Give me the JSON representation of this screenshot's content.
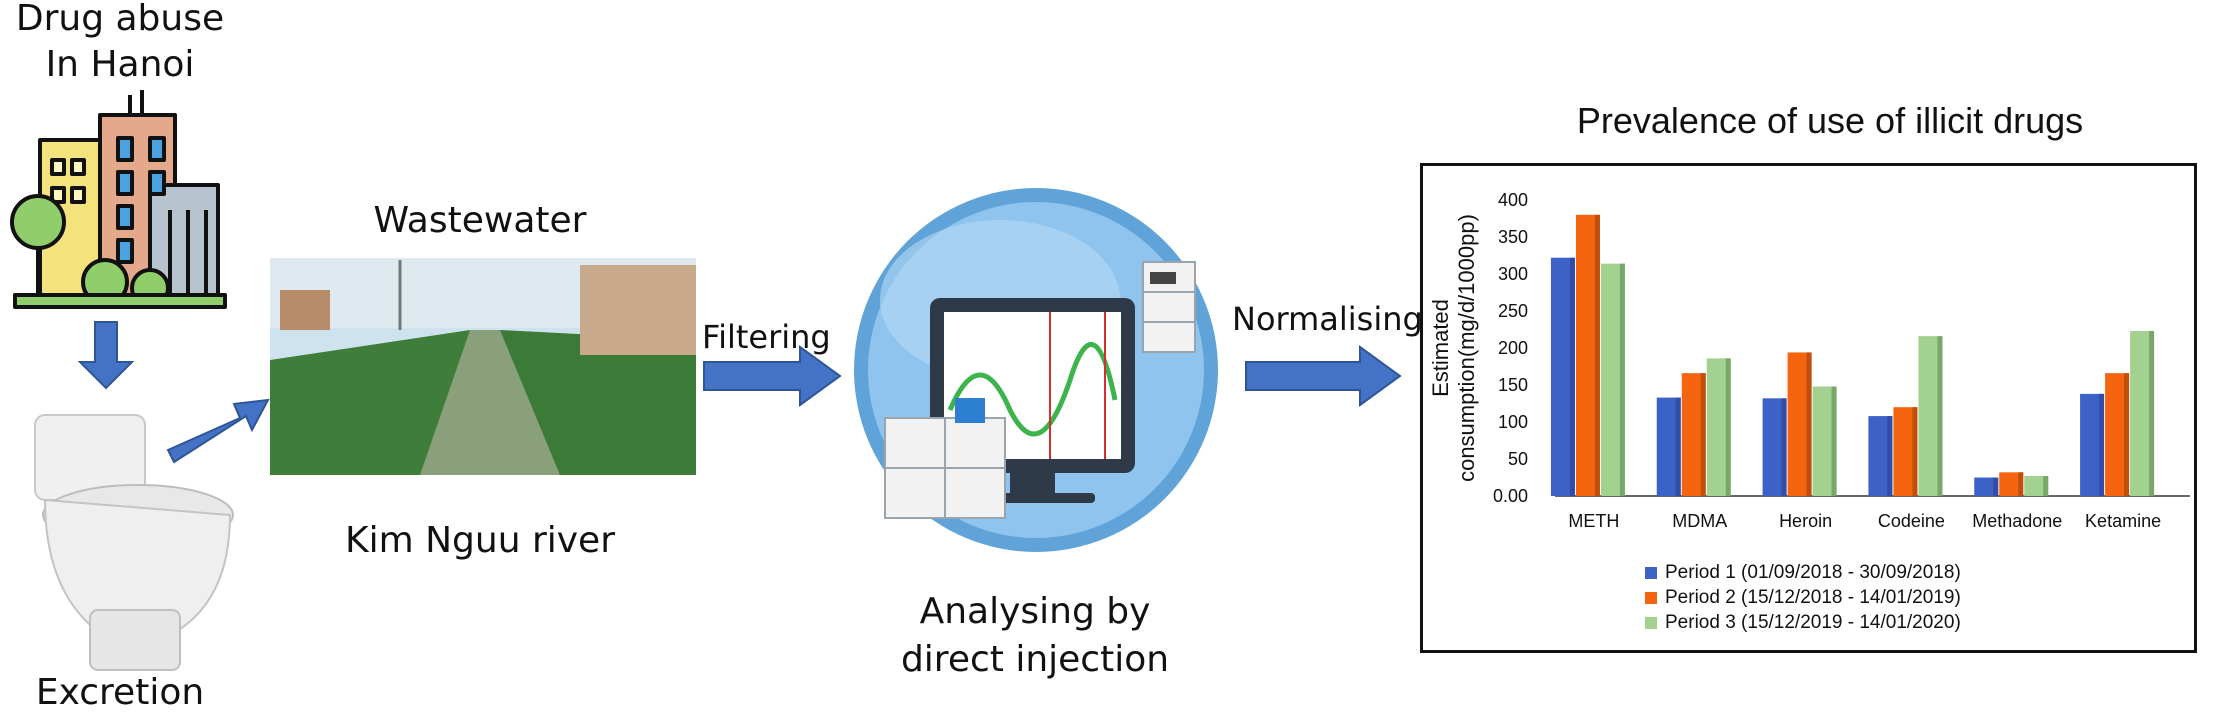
{
  "stages": {
    "drug_abuse_label": "Drug abuse\nIn Hanoi",
    "excretion_label": "Excretion",
    "wastewater_label": "Wastewater",
    "river_label": "Kim Nguu river",
    "filtering_label": "Filtering",
    "analysing_label": "Analysing by\ndirect injection",
    "normalising_label": "Normalising"
  },
  "colors": {
    "arrow": "#4472c4",
    "period1": "#3c62c8",
    "period2": "#f5640f",
    "period3": "#a2d190",
    "globe": "#8fc4ee"
  },
  "chart_data": {
    "type": "bar",
    "title": "Prevalence of use of illicit drugs",
    "xlabel": "",
    "ylabel": "Estimated\nconsumption(mg/d/1000pp)",
    "categories": [
      "METH",
      "MDMA",
      "Heroin",
      "Codeine",
      "Methadone",
      "Ketamine"
    ],
    "series": [
      {
        "name": "Period 1 (01/09/2018 - 30/09/2018)",
        "values": [
          322,
          133,
          132,
          108,
          25,
          138
        ]
      },
      {
        "name": "Period 2 (15/12/2018 - 14/01/2019)",
        "values": [
          380,
          166,
          194,
          120,
          32,
          166
        ]
      },
      {
        "name": "Period 3 (15/12/2019 - 14/01/2020)",
        "values": [
          314,
          186,
          148,
          216,
          27,
          223
        ]
      }
    ],
    "ylim": [
      0,
      400
    ],
    "yticks": [
      "0.00",
      "50",
      "100",
      "150",
      "200",
      "250",
      "300",
      "350",
      "400"
    ],
    "grid": false,
    "legend_position": "bottom"
  }
}
